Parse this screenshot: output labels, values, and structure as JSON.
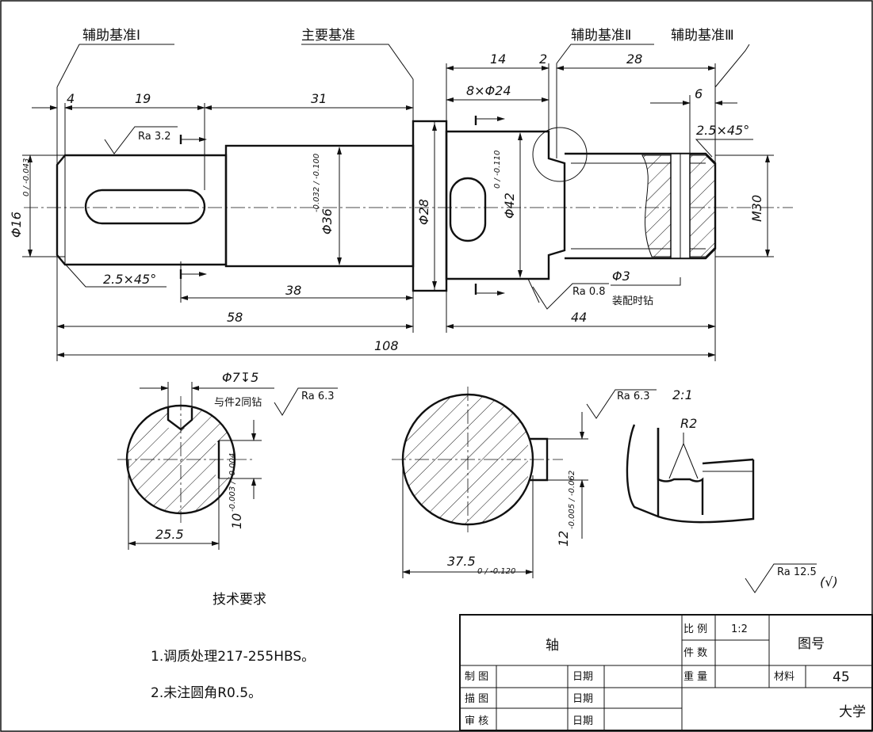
{
  "datums": {
    "aux1": "辅助基准Ⅰ",
    "main": "主要基准",
    "aux2": "辅助基准Ⅱ",
    "aux3": "辅助基准Ⅲ"
  },
  "dims": {
    "d4": "4",
    "d19": "19",
    "d31": "31",
    "d14": "14",
    "d2": "2",
    "d28": "28",
    "d8xphi24": "8×Φ24",
    "d6": "6",
    "chamfer_right": "2.5×45°",
    "chamfer_left": "2.5×45°",
    "d38": "38",
    "d58": "58",
    "d108": "108",
    "d44": "44",
    "phi16": "Φ16",
    "phi16_tol": "0 / -0.043",
    "phi36": "Φ36",
    "phi36_tol": "-0.032 / -0.100",
    "phi28": "Φ28",
    "phi42": "Φ42",
    "phi42_tol": "0 / -0.110",
    "m30": "M30",
    "phi3": "Φ3",
    "phi3_note": "装配时钻",
    "phi7": "Φ7↧5",
    "phi7_note": "与件2同钻",
    "d25_5": "25.5",
    "d10": "10",
    "d10_tol": "-0.003 / -0.004",
    "d37_5": "37.5",
    "d37_5_tol": "0 / -0.120",
    "d12": "12",
    "d12_tol": "-0.005 / -0.062",
    "r2": "R2",
    "scale_detail": "2:1"
  },
  "roughness": {
    "ra32": "Ra 3.2",
    "ra08": "Ra 0.8",
    "ra63_a": "Ra 6.3",
    "ra63_b": "Ra 6.3",
    "ra125": "Ra 12.5",
    "ra125_suffix": "(√)"
  },
  "section_marks": {
    "top": "Γ",
    "bottom": "L"
  },
  "tech": {
    "title": "技术要求",
    "item1": "1.调质处理217-255HBS。",
    "item2": "2.未注圆角R0.5。"
  },
  "titleblock": {
    "part_name": "轴",
    "scale_label": "比 例",
    "scale_value": "1:2",
    "qty_label": "件 数",
    "weight_label": "重 量",
    "material_label": "材料",
    "material_value": "45",
    "drawing_no_label": "图号",
    "drawn_label": "制 图",
    "traced_label": "描 图",
    "checked_label": "审 核",
    "date_label": "日期",
    "school": "大学"
  }
}
